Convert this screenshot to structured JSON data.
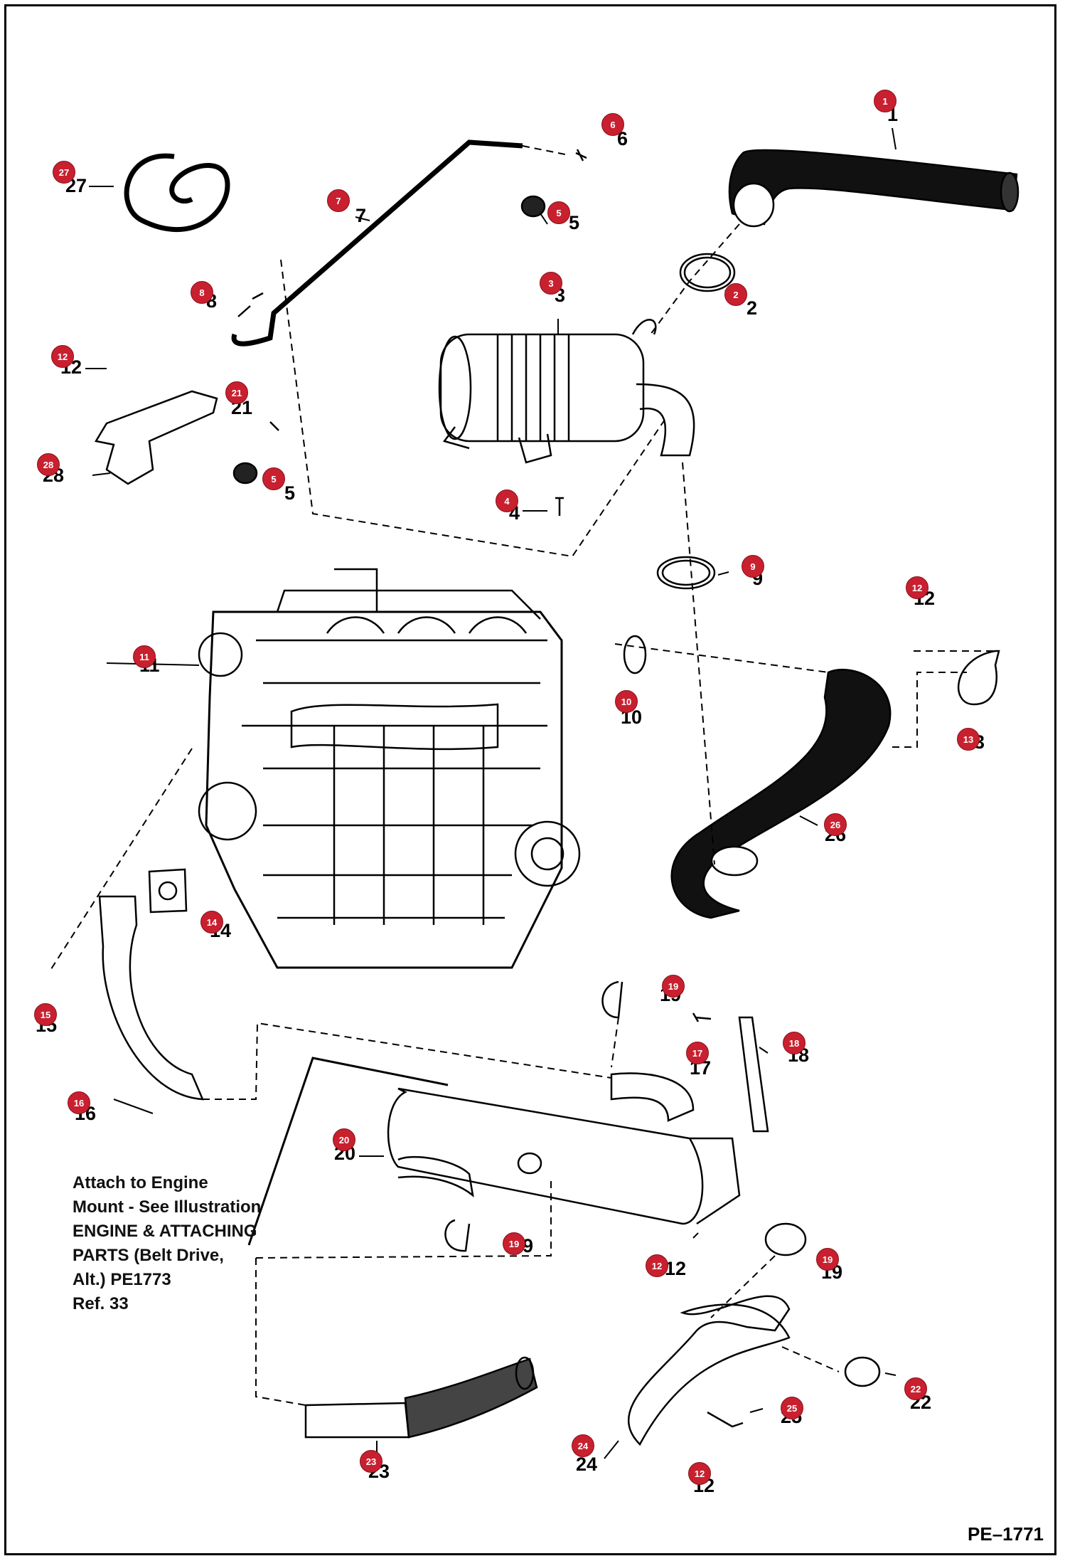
{
  "callouts": [
    {
      "id": "c1",
      "num": "1"
    },
    {
      "id": "c2",
      "num": "2"
    },
    {
      "id": "c3",
      "num": "3"
    },
    {
      "id": "c4",
      "num": "4"
    },
    {
      "id": "c5a",
      "num": "5"
    },
    {
      "id": "c5b",
      "num": "5"
    },
    {
      "id": "c6",
      "num": "6"
    },
    {
      "id": "c7",
      "num": "7"
    },
    {
      "id": "c8",
      "num": "8"
    },
    {
      "id": "c9",
      "num": "9"
    },
    {
      "id": "c10",
      "num": "10"
    },
    {
      "id": "c11",
      "num": "11"
    },
    {
      "id": "c12a",
      "num": "12"
    },
    {
      "id": "c12b",
      "num": "12"
    },
    {
      "id": "c12c",
      "num": "12"
    },
    {
      "id": "c12d",
      "num": "12"
    },
    {
      "id": "c13",
      "num": "13"
    },
    {
      "id": "c14",
      "num": "14"
    },
    {
      "id": "c15",
      "num": "15"
    },
    {
      "id": "c16",
      "num": "16"
    },
    {
      "id": "c17",
      "num": "17"
    },
    {
      "id": "c18",
      "num": "18"
    },
    {
      "id": "c19a",
      "num": "19"
    },
    {
      "id": "c19b",
      "num": "19"
    },
    {
      "id": "c19c",
      "num": "19"
    },
    {
      "id": "c20",
      "num": "20"
    },
    {
      "id": "c21",
      "num": "21"
    },
    {
      "id": "c22",
      "num": "22"
    },
    {
      "id": "c23",
      "num": "23"
    },
    {
      "id": "c24",
      "num": "24"
    },
    {
      "id": "c25",
      "num": "25"
    },
    {
      "id": "c26",
      "num": "26"
    },
    {
      "id": "c27",
      "num": "27"
    },
    {
      "id": "c28",
      "num": "28"
    }
  ],
  "note": {
    "line1": "Attach to Engine",
    "line2": "Mount - See Illustration",
    "line3": "ENGINE & ATTACHING",
    "line4": "PARTS (Belt Drive,",
    "line5": "Alt.) PE1773",
    "line6": "Ref. 33"
  },
  "reference_code": "PE–1771",
  "colors": {
    "badge": "#c8202f",
    "line": "#000000"
  }
}
